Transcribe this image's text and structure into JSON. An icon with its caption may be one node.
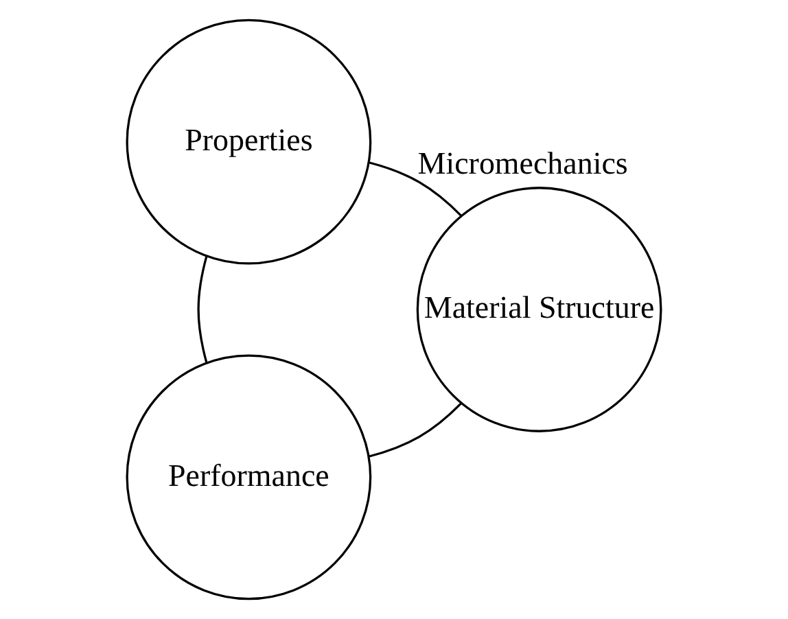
{
  "diagram": {
    "nodes": [
      {
        "text": [
          "Performance"
        ]
      },
      {
        "text": [
          "Properties"
        ]
      },
      {
        "text": [
          "Material Structure"
        ]
      }
    ],
    "edges": [
      {
        "from": 0,
        "to": 1,
        "arrow": "none"
      },
      {
        "from": 1,
        "to": 2,
        "arrow": "none",
        "label": "Micromechanics"
      },
      {
        "from": 2,
        "to": 0,
        "arrow": "none"
      }
    ]
  }
}
